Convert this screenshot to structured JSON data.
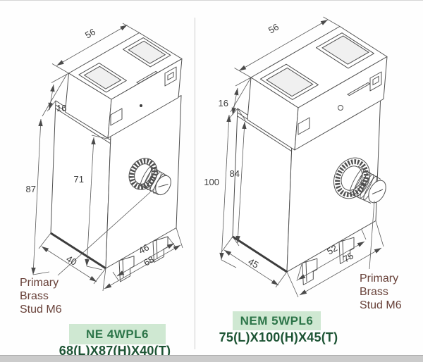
{
  "colors": {
    "line": "#4f4f4f",
    "dimension_text": "#3b3b3b",
    "stud_label_text": "#684139",
    "badge_background": "#cfe8d2",
    "badge_text": "#2d7549",
    "size_text": "#1d5434",
    "divider": "#cccccc",
    "bottom_strip": "#cbcbcb"
  },
  "left_panel": {
    "model": "NE 4WPL6",
    "size": "68(L)X87(H)X40(T)",
    "stud_label_lines": [
      "Primary",
      "Brass",
      "Stud M6"
    ],
    "dims": {
      "top_width": "56",
      "head_height": "16",
      "total_height": "87",
      "body_height": "71",
      "depth": "40",
      "feet_span": "46",
      "base_width": "68"
    }
  },
  "right_panel": {
    "model": "NEM 5WPL6",
    "size": "75(L)X100(H)X45(T)",
    "stud_label_lines": [
      "Primary",
      "Brass",
      "Stud M6"
    ],
    "dims": {
      "top_width": "56",
      "head_height": "16",
      "body_height": "84",
      "total_height": "100",
      "depth": "45",
      "feet_span": "52",
      "base_width": "75"
    }
  }
}
